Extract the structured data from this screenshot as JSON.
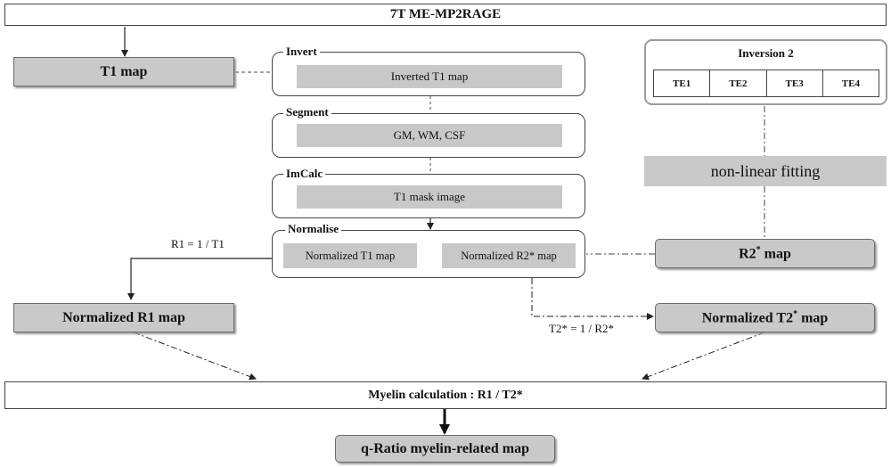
{
  "header": {
    "title": "7T ME-MP2RAGE"
  },
  "t1_map": {
    "label": "T1 map"
  },
  "invert": {
    "title": "Invert",
    "content": "Inverted T1 map"
  },
  "segment": {
    "title": "Segment",
    "content": "GM, WM, CSF"
  },
  "imcalc": {
    "title": "ImCalc",
    "content": "T1 mask image"
  },
  "normalise": {
    "title": "Normalise",
    "t1": "Normalized  T1 map",
    "r2": "Normalized  R2* map"
  },
  "inversion2": {
    "title": "Inversion 2",
    "echoes": [
      "TE1",
      "TE2",
      "TE3",
      "TE4"
    ]
  },
  "fitting": {
    "label": "non-linear  fitting"
  },
  "r2_map": {
    "label": "R2",
    "sup": "*",
    "suffix": " map"
  },
  "r1_formula": {
    "label": "R1 = 1 / T1"
  },
  "norm_r1": {
    "label": "Normalized R1 map"
  },
  "t2_formula": {
    "label": "T2* = 1 / R2*"
  },
  "norm_t2": {
    "label": "Normalized T2",
    "sup": "*",
    "suffix": " map"
  },
  "myelin_calc": {
    "label": "Myelin calculation  : R1 / T2*"
  },
  "q_ratio": {
    "label": "q-Ratio myelin-related map"
  }
}
